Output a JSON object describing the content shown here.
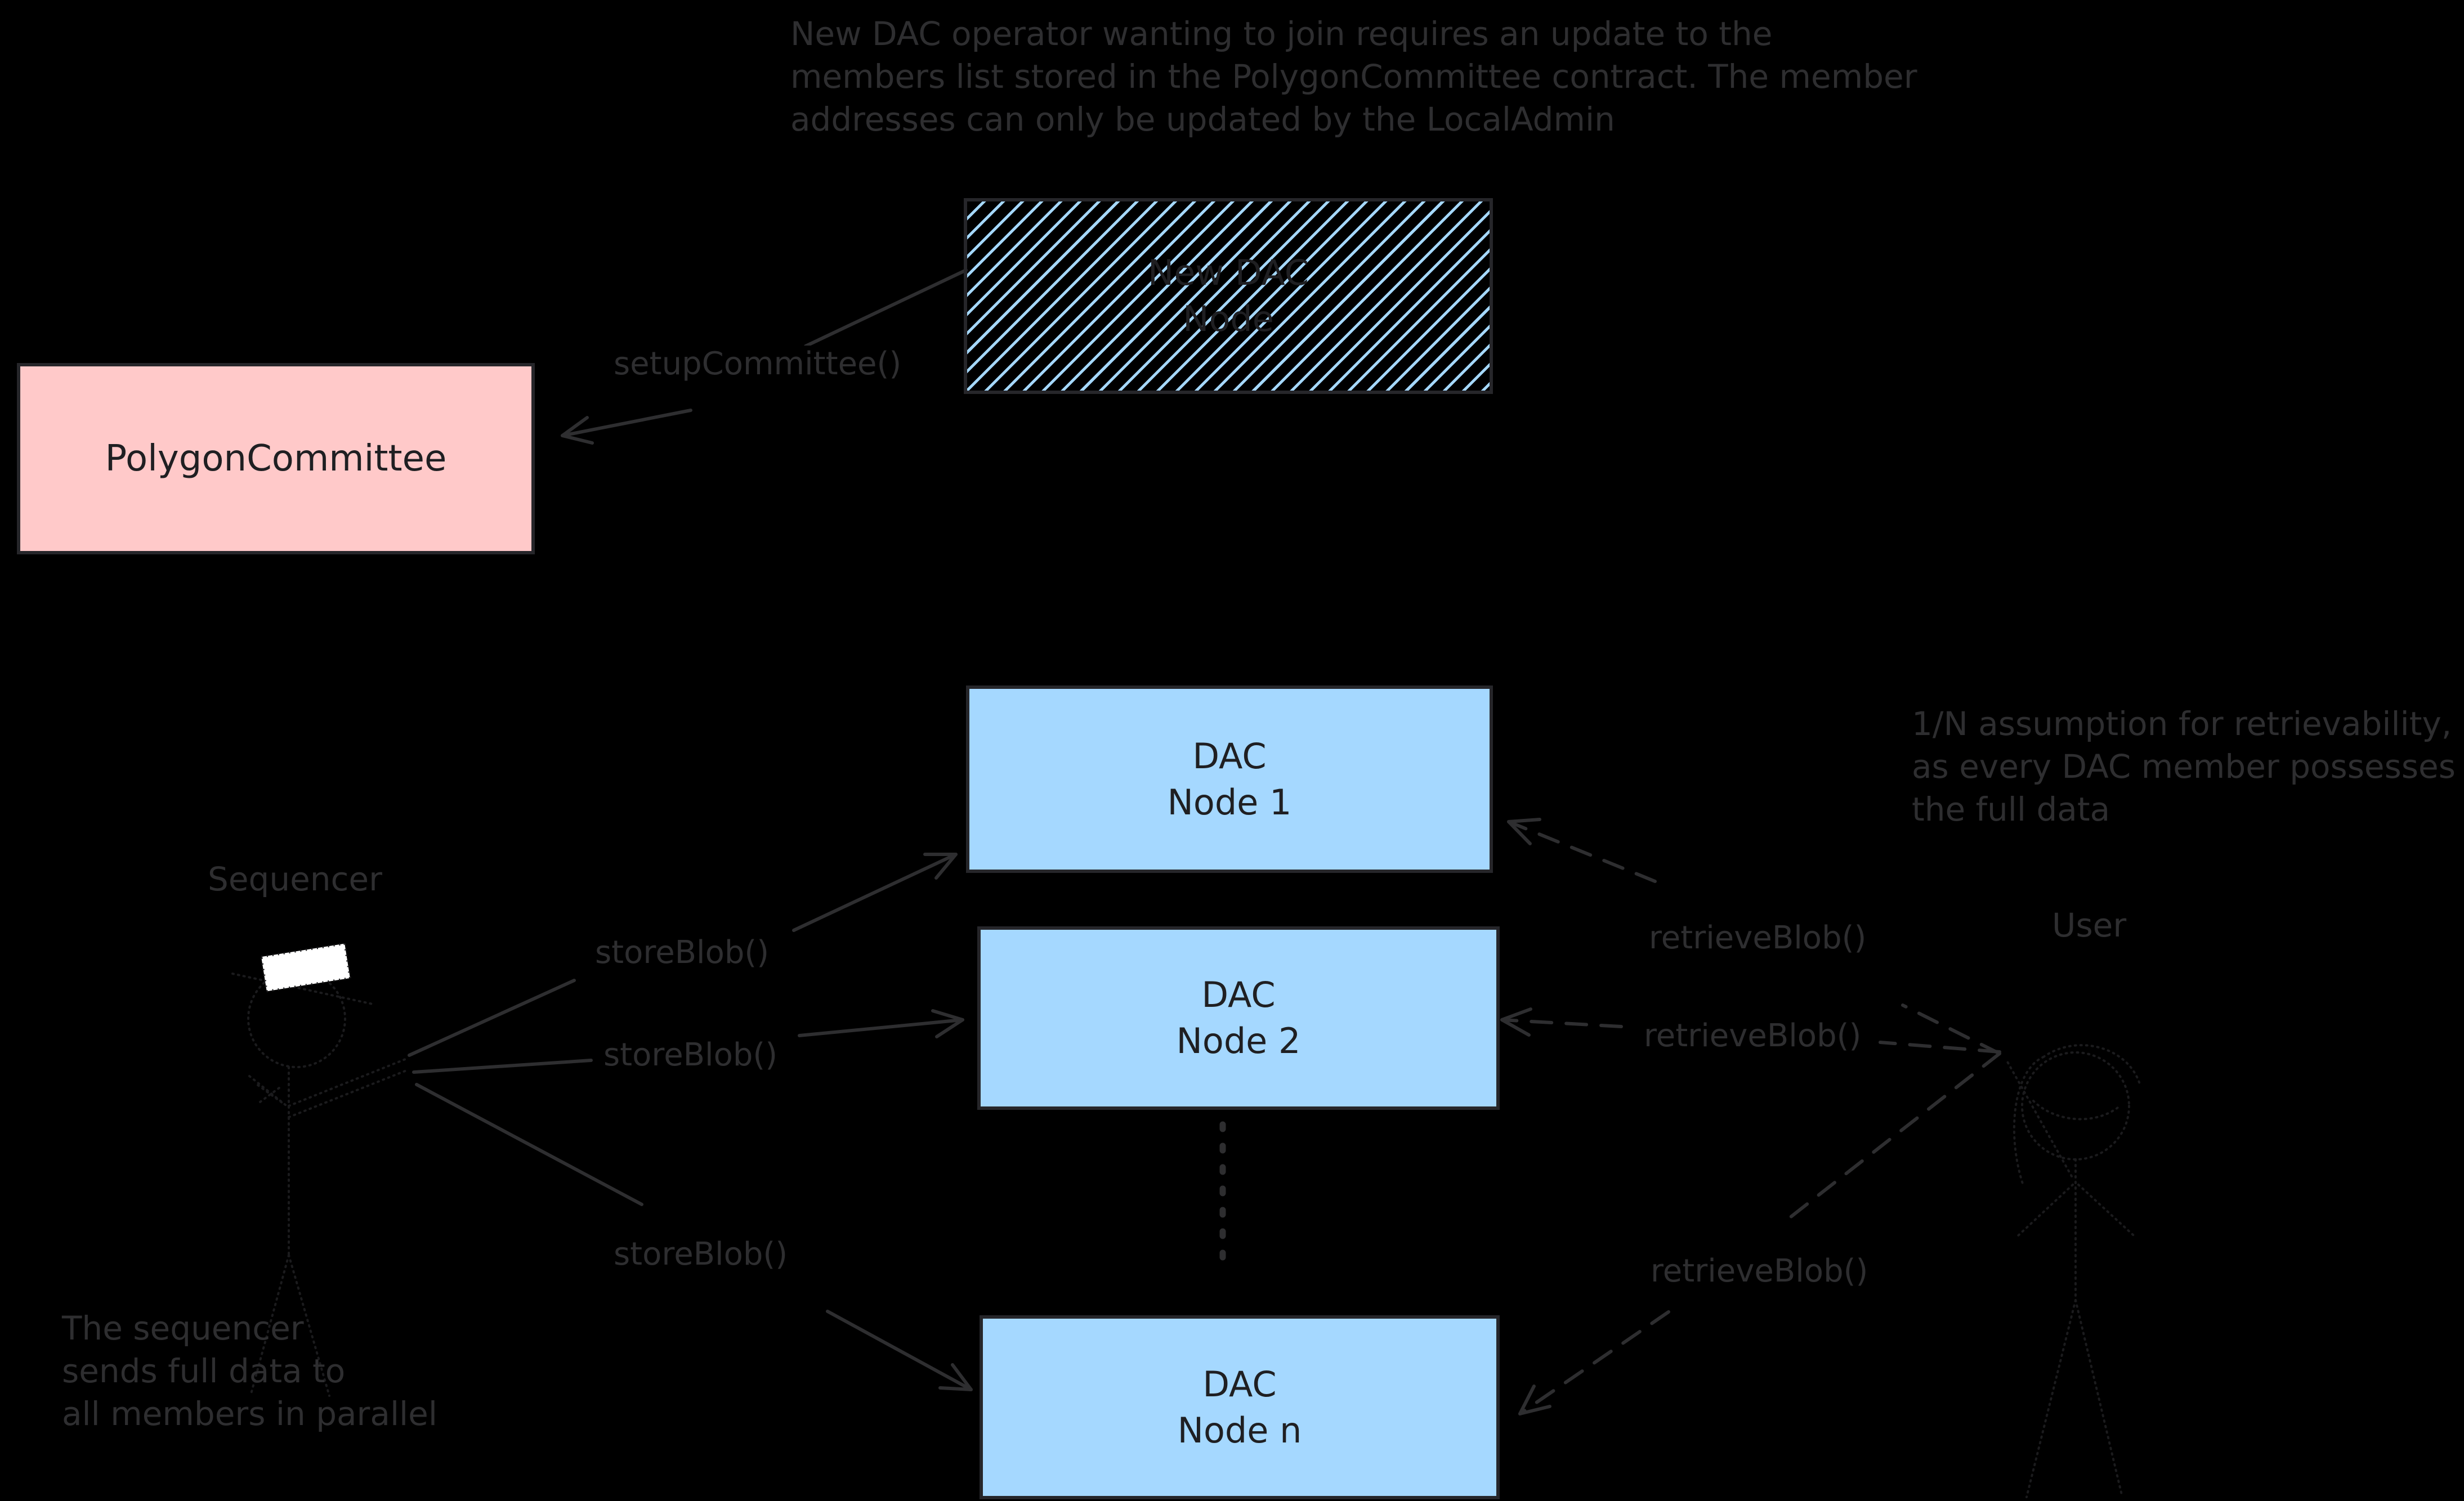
{
  "colors": {
    "bg": "#000000",
    "ink": "#2e2e30",
    "figure": "#1b1b1d",
    "box_border": "#26262a",
    "box_text": "#1f1f22",
    "blue": "#a5d8ff",
    "pink": "#ffc9c9",
    "white": "#ffffff"
  },
  "notes": {
    "top": {
      "lines": [
        "New DAC operator wanting to join requires an update to the",
        "members list stored in the PolygonCommittee contract. The member",
        "addresses can only be updated by the LocalAdmin"
      ]
    },
    "one_n": {
      "lines": [
        "1/N assumption for retrievability,",
        "as every DAC member possesses",
        "the full data"
      ]
    },
    "sequencer_note": {
      "lines": [
        "The sequencer",
        "sends full data to",
        "all members in parallel"
      ]
    }
  },
  "boxes": {
    "new_dac_node": {
      "line1": "New DAC",
      "line2": "Node"
    },
    "polygon_committee": {
      "label": "PolygonCommittee"
    },
    "dac_node_1": {
      "line1": "DAC",
      "line2": "Node 1"
    },
    "dac_node_2": {
      "line1": "DAC",
      "line2": "Node 2"
    },
    "dac_node_n": {
      "line1": "DAC",
      "line2": "Node n"
    }
  },
  "actors": {
    "sequencer": {
      "label": "Sequencer"
    },
    "user": {
      "label": "User"
    }
  },
  "edges": {
    "setup_committee": {
      "label": "setupCommittee()"
    },
    "store_blob_1": {
      "label": "storeBlob()"
    },
    "store_blob_2": {
      "label": "storeBlob()"
    },
    "store_blob_3": {
      "label": "storeBlob()"
    },
    "retrieve_blob_1": {
      "label": "retrieveBlob()"
    },
    "retrieve_blob_2": {
      "label": "retrieveBlob()"
    },
    "retrieve_blob_3": {
      "label": "retrieveBlob()"
    }
  }
}
